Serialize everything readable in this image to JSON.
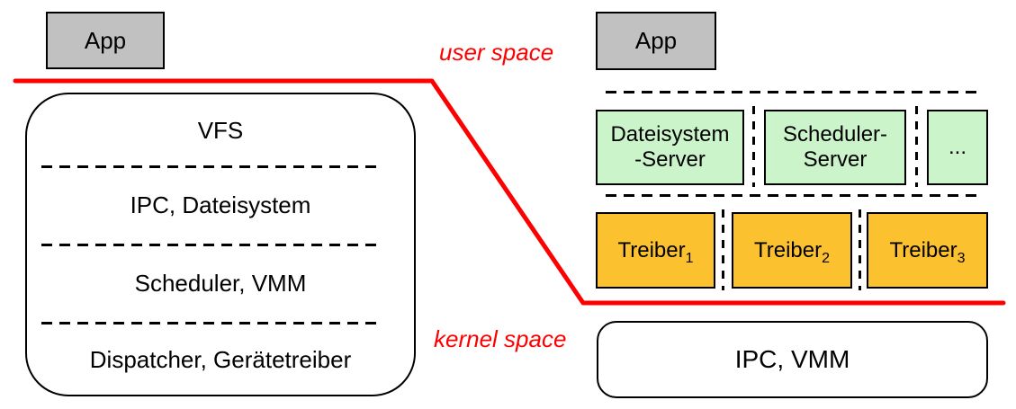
{
  "left": {
    "app_label": "App",
    "layers": [
      "VFS",
      "IPC, Dateisystem",
      "Scheduler, VMM",
      "Dispatcher, Gerätetreiber"
    ]
  },
  "right": {
    "app_label": "App",
    "servers": [
      {
        "line1": "Dateisystem",
        "line2": "-Server"
      },
      {
        "line1": "Scheduler-",
        "line2": "Server"
      },
      {
        "line1": "...",
        "line2": ""
      }
    ],
    "drivers": [
      {
        "base": "Treiber",
        "sub": "1"
      },
      {
        "base": "Treiber",
        "sub": "2"
      },
      {
        "base": "Treiber",
        "sub": "3"
      }
    ],
    "kernel_label": "IPC, VMM"
  },
  "boundary": {
    "user_label": "user space",
    "kernel_label": "kernel space"
  },
  "colors": {
    "boundary_red": "#ff0000",
    "app_gray": "#c1c1c1",
    "server_green": "#ccf4cb",
    "driver_orange": "#fcc12e",
    "outline_black": "#000000"
  }
}
